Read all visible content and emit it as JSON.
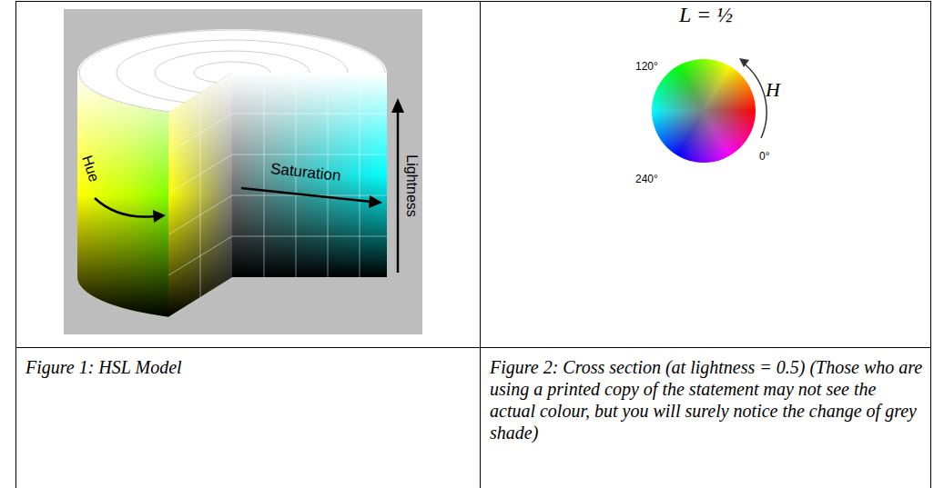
{
  "diagram": {
    "labels": [
      "Hue",
      "Saturation",
      "Lightness",
      "L = ½",
      "120°",
      "H",
      "0°",
      "240°",
      "Figure 1: HSL Model",
      "Figure 2: Cross section (at lightness = 0.5) (Those who are using a printed copy of the statement may not see the actual colour, but you will surely notice the change of grey shade)"
    ]
  }
}
